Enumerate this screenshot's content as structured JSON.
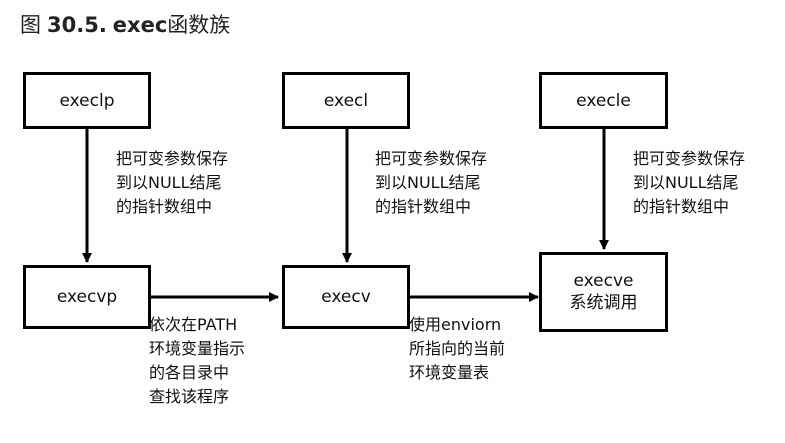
{
  "title": {
    "prefix": "图",
    "number": "30.5.",
    "function": "exec",
    "suffix": "函数族"
  },
  "boxes": {
    "execlp": "execlp",
    "execl": "execl",
    "execle": "execle",
    "execvp": "execvp",
    "execv": "execv",
    "execve": "execve",
    "execve_sub": "系统调用"
  },
  "notes": {
    "varargs": [
      "把可变参数保存",
      "到以NULL结尾",
      "的指针数组中"
    ],
    "path": [
      "依次在PATH",
      "环境变量指示",
      "的各目录中",
      "查找该程序"
    ],
    "environ": [
      "使用enviorn",
      "所指向的当前",
      "环境变量表"
    ]
  },
  "colors": {
    "line": "#000000",
    "text": "#111111"
  }
}
